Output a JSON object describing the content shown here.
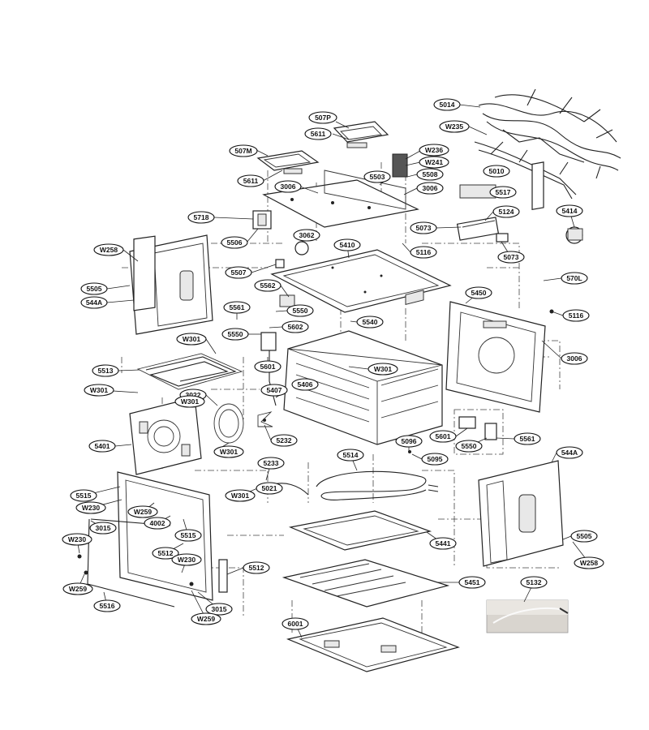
{
  "labels": [
    "5014",
    "507P",
    "W235",
    "5611",
    "W236",
    "507M",
    "W241",
    "5010",
    "5611",
    "3006",
    "5503",
    "5508",
    "3006",
    "5517",
    "5718",
    "5073",
    "5124",
    "5414",
    "5506",
    "3062",
    "5410",
    "5116",
    "5073",
    "W258",
    "5507",
    "570L",
    "5505",
    "5562",
    "5450",
    "544A",
    "5561",
    "5550",
    "5540",
    "5116",
    "5602",
    "W301",
    "5550",
    "3006",
    "5601",
    "W301",
    "5513",
    "5406",
    "W301",
    "5407",
    "3022",
    "W301",
    "5232",
    "5601",
    "5096",
    "5550",
    "5561",
    "5401",
    "W301",
    "5514",
    "5095",
    "544A",
    "5233",
    "5021",
    "W301",
    "5515",
    "W230",
    "W259",
    "4002",
    "3015",
    "5515",
    "5441",
    "5505",
    "W230",
    "5512",
    "W230",
    "W258",
    "5512",
    "W259",
    "5451",
    "5132",
    "5516",
    "3015",
    "W259",
    "6001"
  ],
  "colors": {
    "line": "#222222",
    "background": "#ffffff"
  }
}
